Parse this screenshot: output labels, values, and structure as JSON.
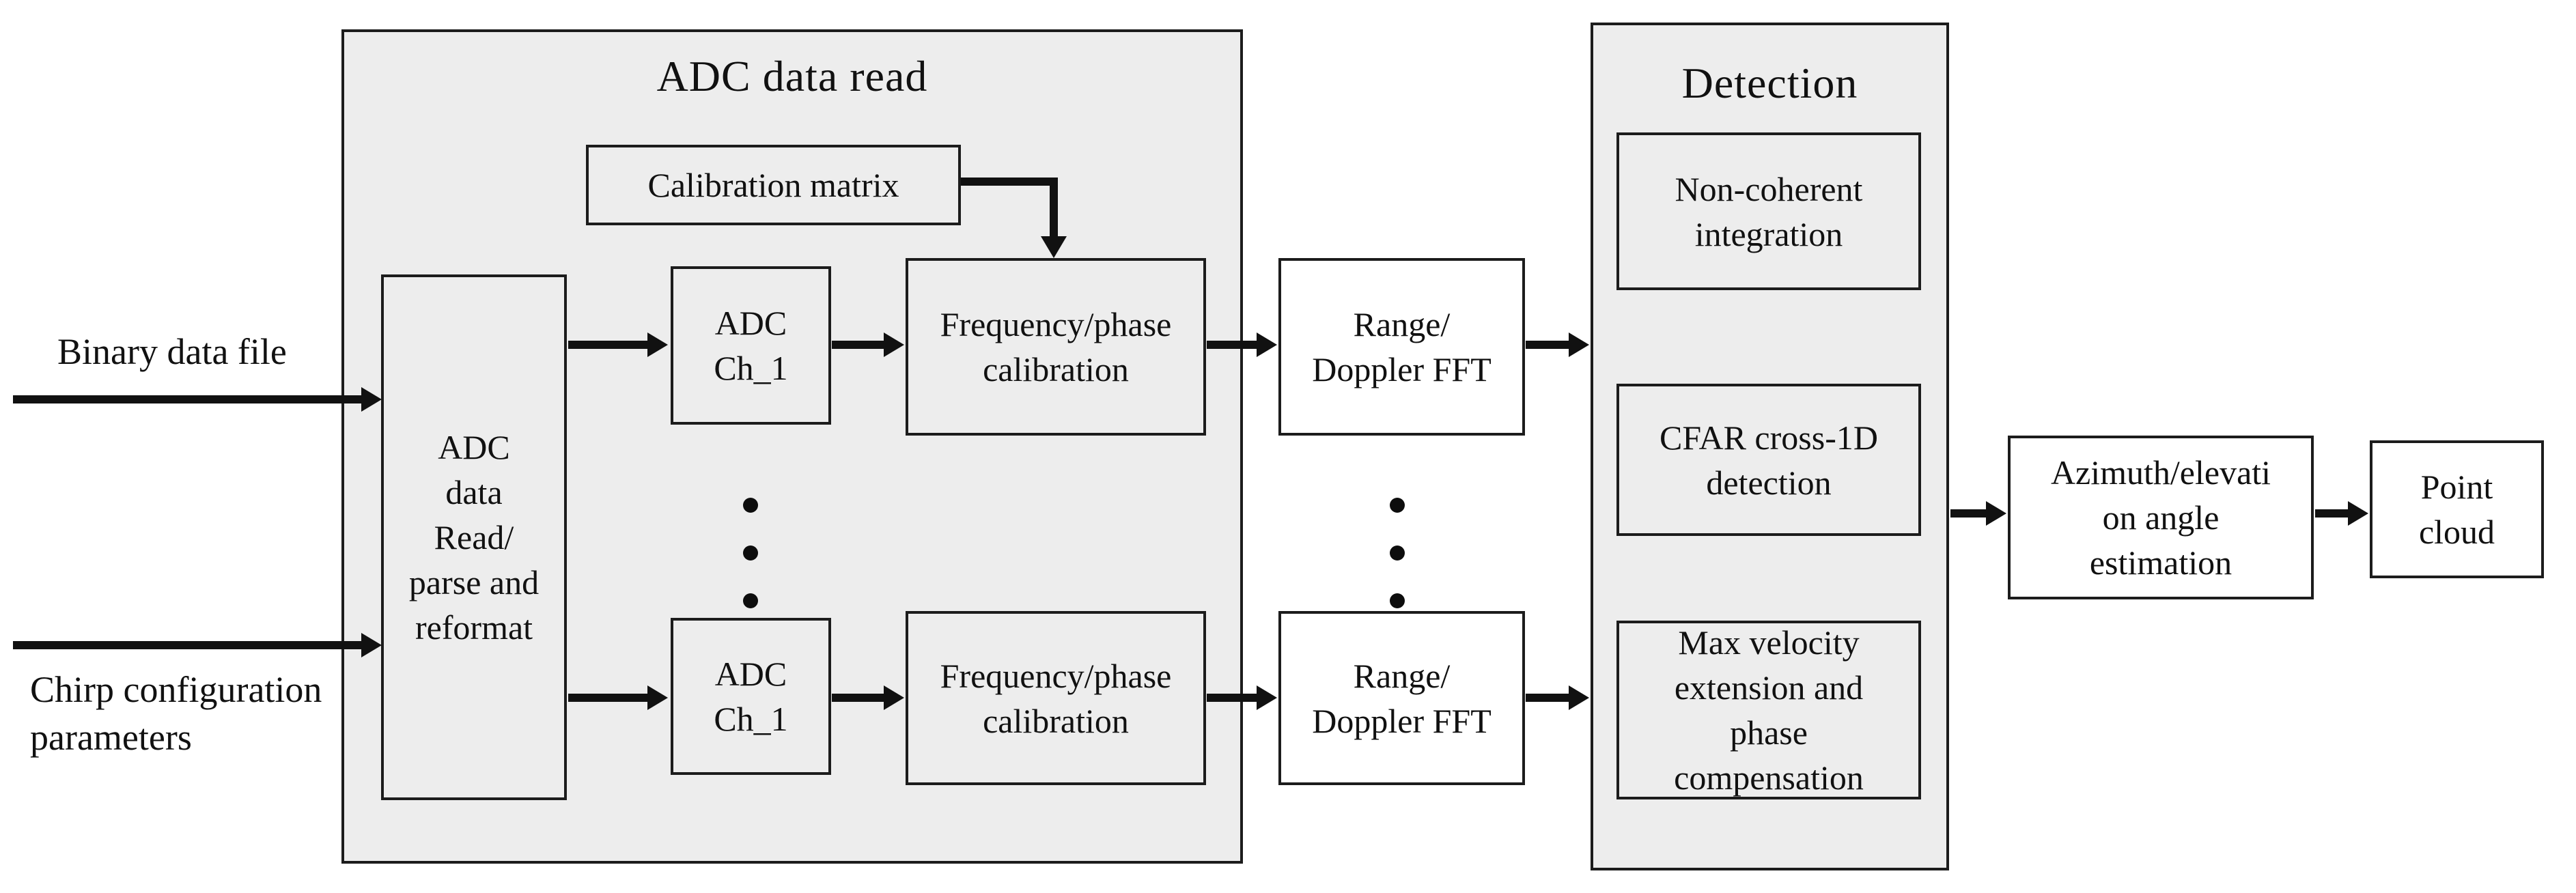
{
  "colors": {
    "background": "#ffffff",
    "panel_fill": "#ededed",
    "box_border": "#1c1c1c",
    "white_box_fill": "#ffffff",
    "line": "#111111"
  },
  "inputs": {
    "binary": "Binary data file",
    "chirp": "Chirp configuration\nparameters"
  },
  "adc_read": {
    "title": "ADC data read",
    "calibration_matrix": "Calibration matrix",
    "parse": "ADC\ndata\nRead/\nparse and\nreformat",
    "adc_ch_top": "ADC\nCh_1",
    "adc_ch_bottom": "ADC\nCh_1",
    "freq_phase_top": "Frequency/phase\ncalibration",
    "freq_phase_bottom": "Frequency/phase\ncalibration"
  },
  "fft": {
    "top": "Range/\nDoppler FFT",
    "bottom": "Range/\nDoppler FFT"
  },
  "detection": {
    "title": "Detection",
    "non_coherent": "Non-coherent\nintegration",
    "cfar": "CFAR cross-1D\ndetection",
    "max_velocity": "Max velocity\nextension and\nphase\ncompensation"
  },
  "outputs": {
    "azimuth": "Azimuth/elevati\non angle\nestimation",
    "point_cloud": "Point\ncloud"
  }
}
